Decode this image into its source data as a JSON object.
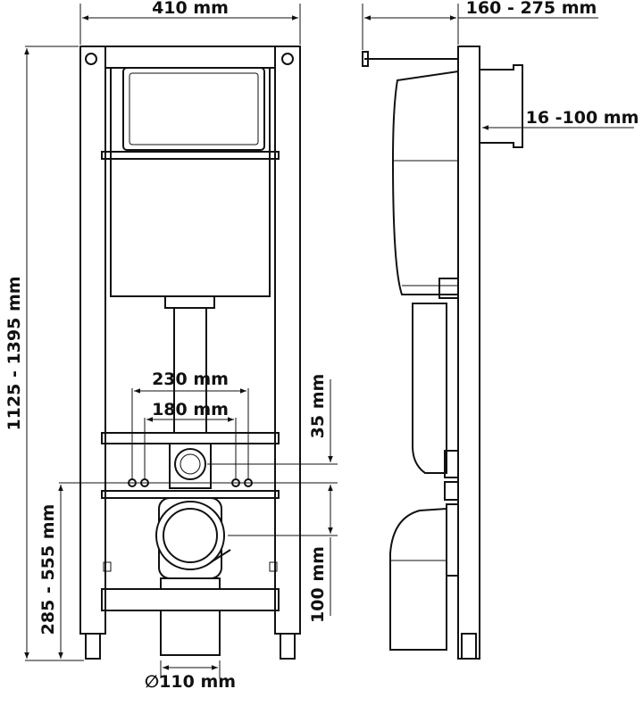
{
  "dimensions": {
    "frame_width": "410 mm",
    "depth_range": "160 - 275 mm",
    "flange_range": "16 -100 mm",
    "height_range": "1125 - 1395 mm",
    "bolt_outer": "230 mm",
    "bolt_inner": "180 mm",
    "inlet_offset": "35 mm",
    "outlet_height": "285 - 555 mm",
    "outlet_offset": "100 mm",
    "outlet_lower": "100 mm",
    "pipe_diameter": "∅110 mm"
  },
  "colors": {
    "line": "#111111",
    "background": "#ffffff"
  }
}
